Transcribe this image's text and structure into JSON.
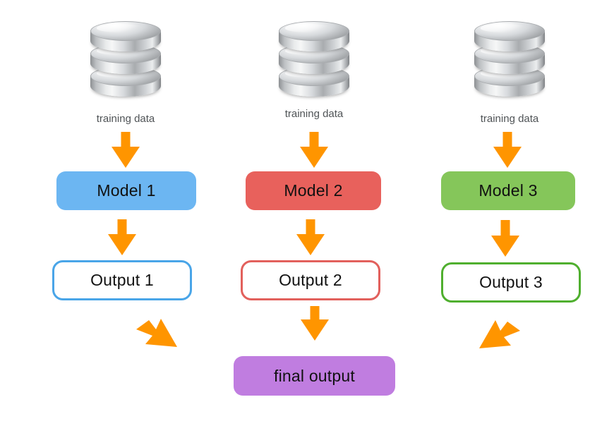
{
  "diagram": {
    "title": "ensemble-model-diagram",
    "background": "#ffffff",
    "arrow_color": "#FF9500",
    "caption_color": "#4f5356"
  },
  "columns": [
    {
      "id": "column-1",
      "data_icon": "database-icon",
      "data_label": "training data",
      "model_label": "Model 1",
      "model_fill": "#6CB6F2",
      "output_label": "Output 1",
      "output_border": "#49A5E8",
      "arrow_to_model": "arrow-down-icon",
      "arrow_to_output": "arrow-down-icon",
      "arrow_to_final": "arrow-diagonal-down-right-icon"
    },
    {
      "id": "column-2",
      "data_icon": "database-icon",
      "data_label": "training data",
      "model_label": "Model 2",
      "model_fill": "#E8615C",
      "output_label": "Output 2",
      "output_border": "#E2605C",
      "arrow_to_model": "arrow-down-icon",
      "arrow_to_output": "arrow-down-icon",
      "arrow_to_final": "arrow-down-icon"
    },
    {
      "id": "column-3",
      "data_icon": "database-icon",
      "data_label": "training data",
      "model_label": "Model 3",
      "model_fill": "#85C65A",
      "output_label": "Output 3",
      "output_border": "#4FAF2E",
      "arrow_to_model": "arrow-down-icon",
      "arrow_to_output": "arrow-down-icon",
      "arrow_to_final": "arrow-diagonal-down-left-icon"
    }
  ],
  "final": {
    "label": "final output",
    "fill": "#C07DE0"
  }
}
